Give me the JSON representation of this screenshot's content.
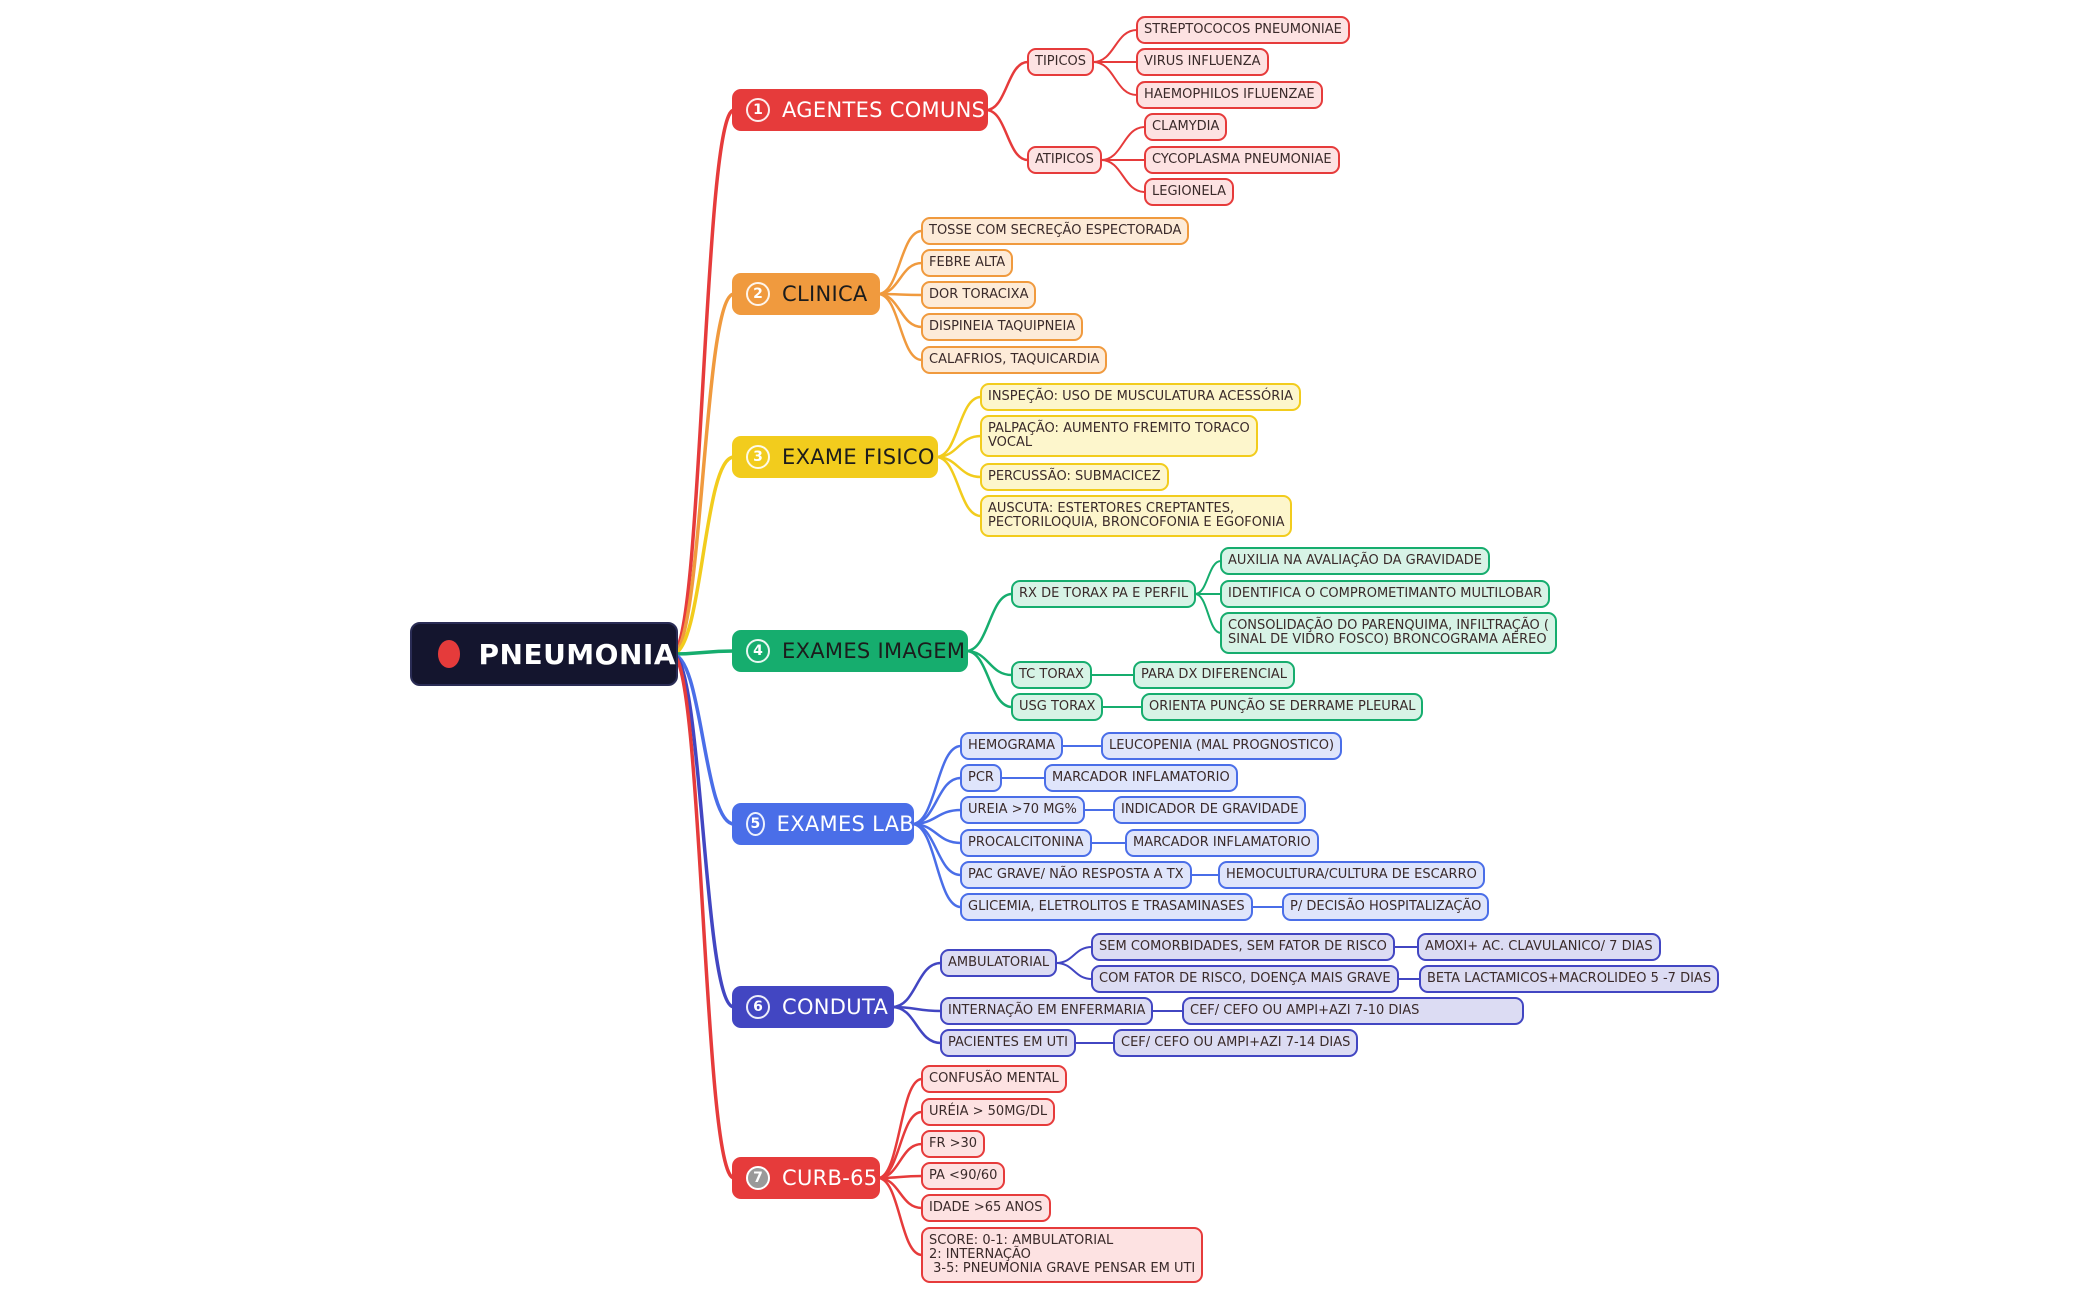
{
  "root": {
    "label": "PNEUMONIA",
    "color": "#14152e",
    "dot_color": "#e53b3b"
  },
  "branches": [
    {
      "id": "b1",
      "num": "1",
      "label": "AGENTES COMUNS",
      "color": "#e63b3b",
      "fill": "#fde2e2",
      "text": "#ffffff"
    },
    {
      "id": "b2",
      "num": "2",
      "label": "CLINICA",
      "color": "#f09a3e",
      "fill": "#fdebd8",
      "text": "#1c1c1c"
    },
    {
      "id": "b3",
      "num": "3",
      "label": "EXAME FISICO",
      "color": "#f2cc1d",
      "fill": "#fdf6cc",
      "text": "#1c1c1c"
    },
    {
      "id": "b4",
      "num": "4",
      "label": "EXAMES IMAGEM",
      "color": "#16ad6e",
      "fill": "#d7f3e6",
      "text": "#1c1c1c"
    },
    {
      "id": "b5",
      "num": "5",
      "label": "EXAMES LAB",
      "color": "#4a6ee8",
      "fill": "#dfe5fb",
      "text": "#ffffff"
    },
    {
      "id": "b6",
      "num": "6",
      "label": "CONDUTA",
      "color": "#4246c2",
      "fill": "#dcdcf3",
      "text": "#ffffff"
    },
    {
      "id": "b7",
      "num": "7",
      "label": "CURB-65",
      "color": "#e63b3b",
      "fill": "#fde2e2",
      "text": "#ffffff"
    }
  ],
  "nodes": {
    "tipicos": "TIPICOS",
    "streptococos": "STREPTOCOCOS PNEUMONIAE",
    "virus_influenza": "VIRUS INFLUENZA",
    "haemophilos": "HAEMOPHILOS IFLUENZAE",
    "atipicos": "ATIPICOS",
    "clamydia": "CLAMYDIA",
    "cycoplasma": "CYCOPLASMA PNEUMONIAE",
    "legionela": "LEGIONELA",
    "tosse": "TOSSE COM SECREÇÃO ESPECTORADA",
    "febre": "FEBRE ALTA",
    "dor": "DOR TORACIXA",
    "dispineia": "DISPINEIA TAQUIPNEIA",
    "calafrios": "CALAFRIOS, TAQUICARDIA",
    "inspecao": "INSPEÇÃO: USO DE MUSCULATURA ACESSÓRIA",
    "palpacao": "PALPAÇÃO: AUMENTO FREMITO TORACO\nVOCAL",
    "percussao": "PERCUSSÃO: SUBMACICEZ",
    "auscuta": "AUSCUTA: ESTERTORES CREPTANTES,\nPECTORILOQUIA, BRONCOFONIA E EGOFONIA",
    "rx": "RX DE TORAX PA E PERFIL",
    "auxilia": "AUXILIA NA AVALIAÇÃO DA GRAVIDADE",
    "identifica": "IDENTIFICA O COMPROMETIMANTO MULTILOBAR",
    "consolidacao": "CONSOLIDAÇÃO DO PARENQUIMA, INFILTRAÇÃO (\nSINAL DE VIDRO FOSCO) BRONCOGRAMA AÉREO",
    "tc": "TC TORAX",
    "para_dx": "PARA DX DIFERENCIAL",
    "usg": "USG TORAX",
    "orienta": "ORIENTA PUNÇÃO SE DERRAME PLEURAL",
    "hemograma": "HEMOGRAMA",
    "leucopenia": "LEUCOPENIA (MAL PROGNOSTICO)",
    "pcr": "PCR",
    "marcador1": "MARCADOR INFLAMATORIO",
    "ureia": "UREIA >70 MG%",
    "indicador": "INDICADOR DE GRAVIDADE",
    "procalcitonina": "PROCALCITONINA",
    "marcador2": "MARCADOR INFLAMATORIO",
    "pac": "PAC GRAVE/ NÃO RESPOSTA A TX",
    "hemocultura": "HEMOCULTURA/CULTURA DE ESCARRO",
    "glicemia": "GLICEMIA, ELETROLITOS E TRASAMINASES",
    "decisao": "P/ DECISÃO HOSPITALIZAÇÃO",
    "ambulatorial": "AMBULATORIAL",
    "sem_comorb": "SEM COMORBIDADES, SEM FATOR DE RISCO",
    "amoxi": "AMOXI+ AC. CLAVULANICO/ 7 DIAS",
    "com_fator": "COM FATOR DE RISCO, DOENÇA MAIS GRAVE",
    "beta": "BETA LACTAMICOS+MACROLIDEO 5 -7 DIAS",
    "internacao": "INTERNAÇÃO EM ENFERMARIA",
    "cef1": "CEF/ CEFO OU AMPI+AZI 7-10 DIAS",
    "uti": "PACIENTES EM UTI",
    "cef2": "CEF/ CEFO OU AMPI+AZI 7-14 DIAS",
    "confusao": "CONFUSÃO MENTAL",
    "ureia50": "URÉIA > 50MG/DL",
    "fr": "FR >30",
    "pa": "PA <90/60",
    "idade": "IDADE >65 ANOS",
    "score": "SCORE: 0-1: AMBULATORIAL\n2: INTERNAÇÃO\n 3-5: PNEUMONIA GRAVE PENSAR EM UTI"
  }
}
